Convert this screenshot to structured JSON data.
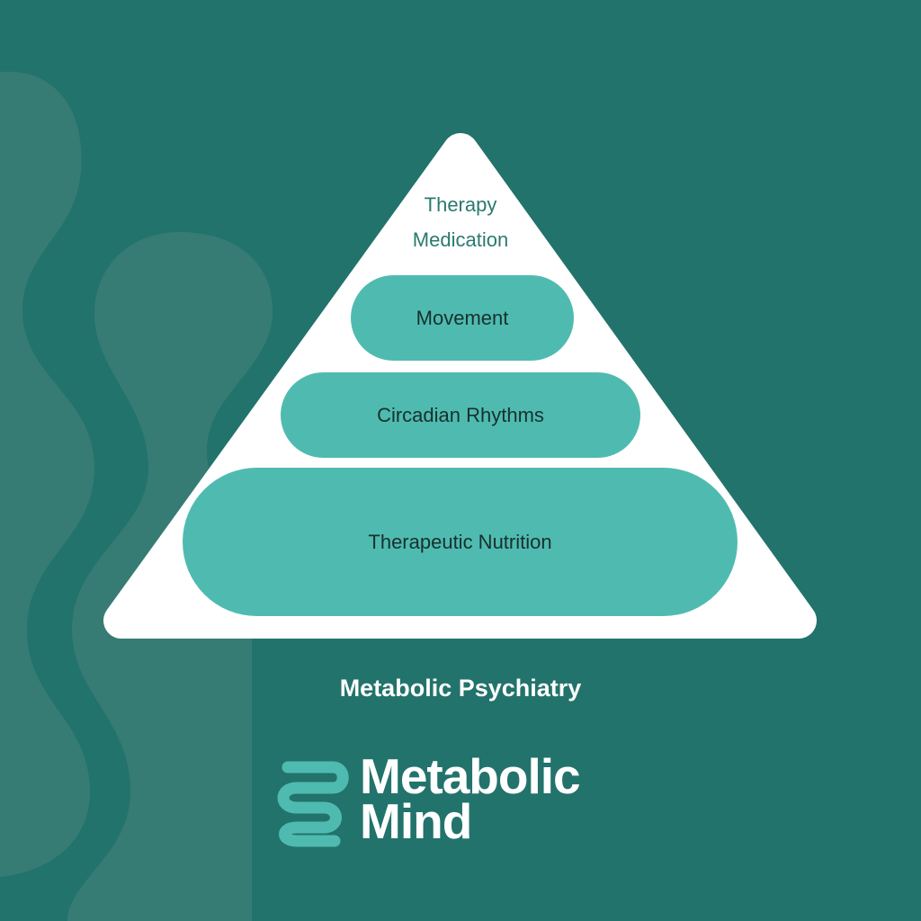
{
  "pyramid": {
    "top_items": [
      "Therapy",
      "Medication"
    ],
    "levels": [
      "Movement",
      "Circadian Rhythms",
      "Therapeutic Nutrition"
    ]
  },
  "caption": "Metabolic Psychiatry",
  "logo": {
    "line1": "Metabolic",
    "line2": "Mind"
  },
  "colors": {
    "background": "#22736b",
    "accent": "#4fbbb0",
    "wave": "#367c74"
  }
}
